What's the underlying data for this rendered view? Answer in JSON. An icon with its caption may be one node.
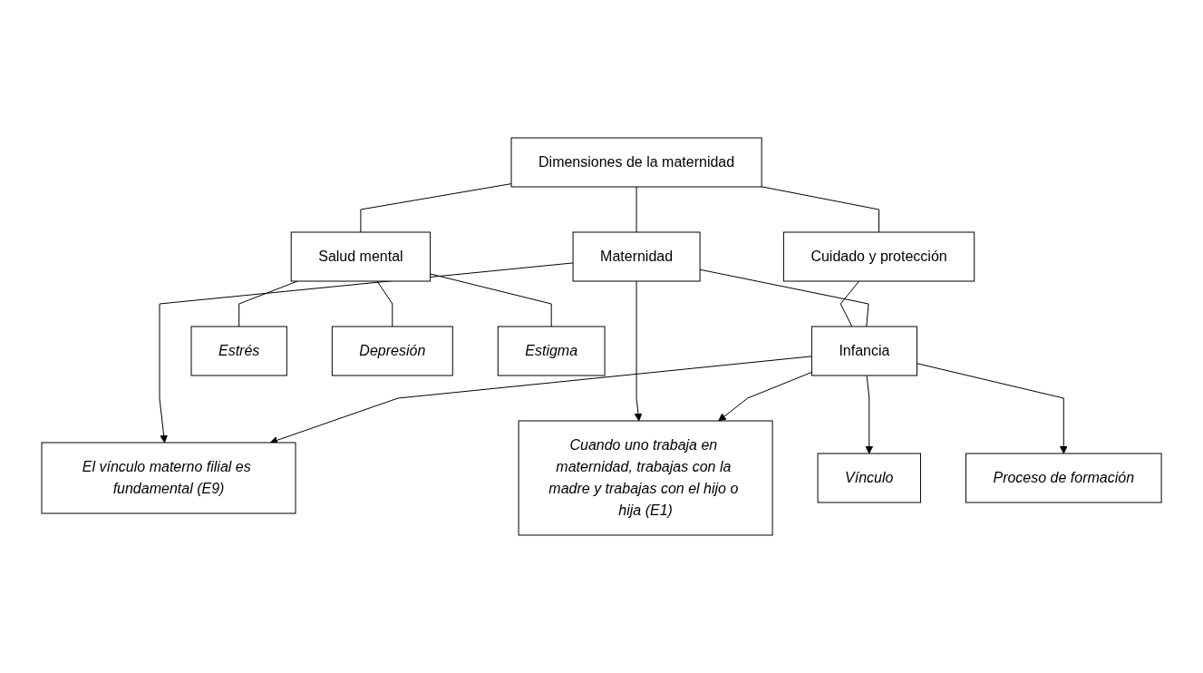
{
  "diagram": {
    "nodes": [
      {
        "text": [
          "Dimensiones de la maternidad"
        ]
      },
      {
        "text": [
          "Cuidado y protección"
        ]
      },
      {
        "text": [
          "Maternidad"
        ]
      },
      {
        "text": [
          "Salud mental"
        ]
      },
      {
        "text": [
          "Infancia"
        ]
      },
      {
        "text": [
          "El vínculo materno filial es fundamental (E9)"
        ]
      },
      {
        "text": [
          "Estrés"
        ]
      },
      {
        "text": [
          "Depresión"
        ]
      },
      {
        "text": [
          "Estigma"
        ]
      },
      {
        "text": [
          "Vínculo"
        ]
      },
      {
        "text": [
          "Proceso de formación"
        ]
      },
      {
        "text": [
          "Cuando uno trabaja en maternidad, trabajas con la madre y trabajas con el hijo o hija (E1)"
        ]
      }
    ],
    "edges": [
      {
        "from": 0,
        "to": 1,
        "arrow": "none"
      },
      {
        "from": 0,
        "to": 2,
        "arrow": "none"
      },
      {
        "from": 0,
        "to": 3,
        "arrow": "none"
      },
      {
        "from": 1,
        "to": 4,
        "arrow": "none"
      },
      {
        "from": 2,
        "to": 4,
        "arrow": "none"
      },
      {
        "from": 2,
        "to": 5,
        "arrow": "to"
      },
      {
        "from": 2,
        "to": 11,
        "arrow": "to"
      },
      {
        "from": 4,
        "to": 5,
        "arrow": "to"
      },
      {
        "from": 4,
        "to": 11,
        "arrow": "to"
      },
      {
        "from": 4,
        "to": 9,
        "arrow": "to"
      },
      {
        "from": 4,
        "to": 10,
        "arrow": "to"
      },
      {
        "from": 3,
        "to": 6,
        "arrow": "none"
      },
      {
        "from": 3,
        "to": 7,
        "arrow": "none"
      },
      {
        "from": 3,
        "to": 8,
        "arrow": "none"
      }
    ]
  }
}
